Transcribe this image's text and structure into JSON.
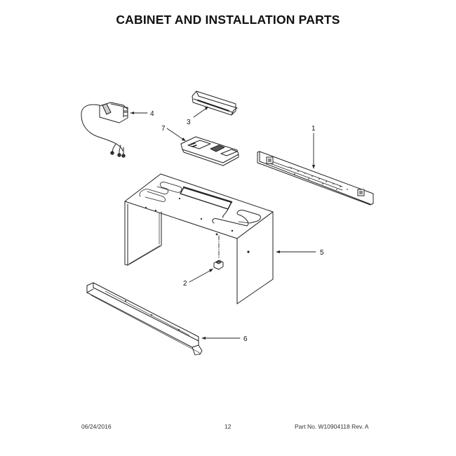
{
  "page": {
    "title": "CABINET AND INSTALLATION PARTS",
    "footer": {
      "date": "06/24/2016",
      "page_number": "12",
      "part_number": "Part No. W10904118  Rev. A"
    }
  },
  "diagram": {
    "type": "exploded-parts-diagram",
    "line_color": "#222222",
    "callouts": [
      {
        "id": "callout-1",
        "label": "1",
        "part": "mounting-rail-plate"
      },
      {
        "id": "callout-2",
        "label": "2",
        "part": "grommet-nut"
      },
      {
        "id": "callout-3",
        "label": "3",
        "part": "damper-bracket"
      },
      {
        "id": "callout-4",
        "label": "4",
        "part": "wire-harness-connector"
      },
      {
        "id": "callout-5",
        "label": "5",
        "part": "cabinet-wrapper"
      },
      {
        "id": "callout-6",
        "label": "6",
        "part": "front-trim-rail"
      },
      {
        "id": "callout-7",
        "label": "7",
        "part": "control-mounting-plate"
      }
    ]
  }
}
